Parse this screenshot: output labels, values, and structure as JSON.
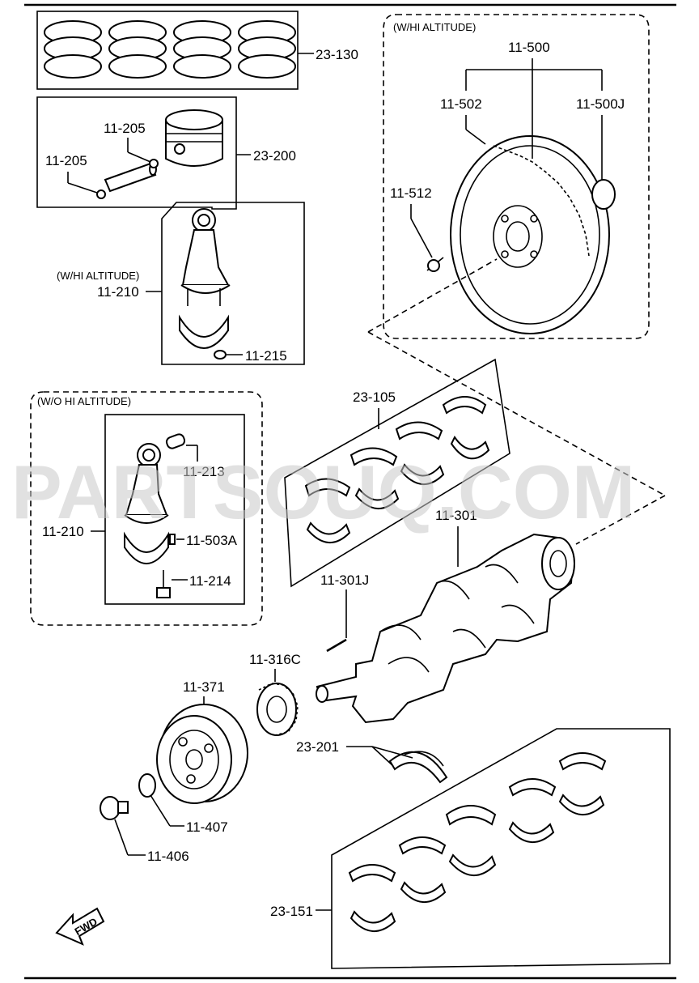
{
  "watermark": "PARTSOUQ.COM",
  "groups": {
    "wi_hi_altitude_flywheel": "(W/HI ALTITUDE)",
    "wi_hi_altitude_rod": "(W/HI ALTITUDE)",
    "wo_hi_altitude_rod": "(W/O HI ALTITUDE)"
  },
  "labels": {
    "p23_130": "23-130",
    "p11_205_a": "11-205",
    "p11_205_b": "11-205",
    "p23_200": "23-200",
    "p11_500": "11-500",
    "p11_502": "11-502",
    "p11_500J": "11-500J",
    "p11_512": "11-512",
    "p11_210_a": "11-210",
    "p11_215": "11-215",
    "p23_105": "23-105",
    "p11_213": "11-213",
    "p11_210_b": "11-210",
    "p11_503A": "11-503A",
    "p11_214": "11-214",
    "p11_301": "11-301",
    "p11_301J": "11-301J",
    "p11_316C": "11-316C",
    "p11_371": "11-371",
    "p23_201": "23-201",
    "p11_407": "11-407",
    "p11_406": "11-406",
    "p23_151": "23-151",
    "fwd": "FWD"
  },
  "icons": {
    "fwd_arrow": "fwd-arrow-icon"
  }
}
